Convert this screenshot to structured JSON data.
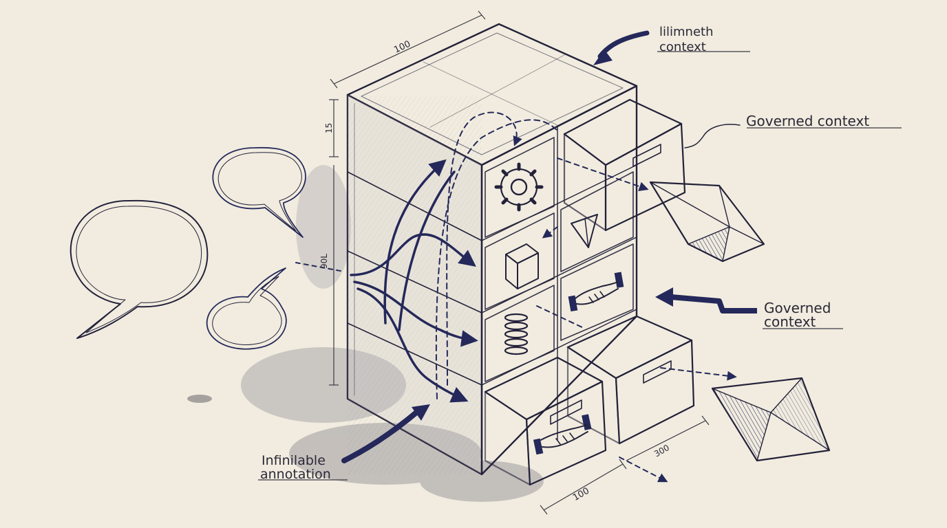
{
  "annotations": {
    "top_right_line1": "lilimneth",
    "top_right_line2": "context",
    "right_upper": "Governed context",
    "right_middle_line1": "Governed",
    "right_middle_line2": "context",
    "bottom_left_line1": "Infinilable",
    "bottom_left_line2": "annotation"
  },
  "dimensions": {
    "top_width": "100",
    "left_height_small": "15",
    "left_height_large": "90L",
    "bottom_width": "100",
    "bottom_depth": "300"
  },
  "icons": [
    "gear-icon",
    "cube-icon",
    "handshake-icon",
    "spring-icon",
    "pyramid-icon",
    "diamond-icon"
  ],
  "colors": {
    "paper": "#f1ecdf",
    "ink": "#23213a",
    "accent_blue": "#24285a",
    "wash": "#8d8a90"
  }
}
